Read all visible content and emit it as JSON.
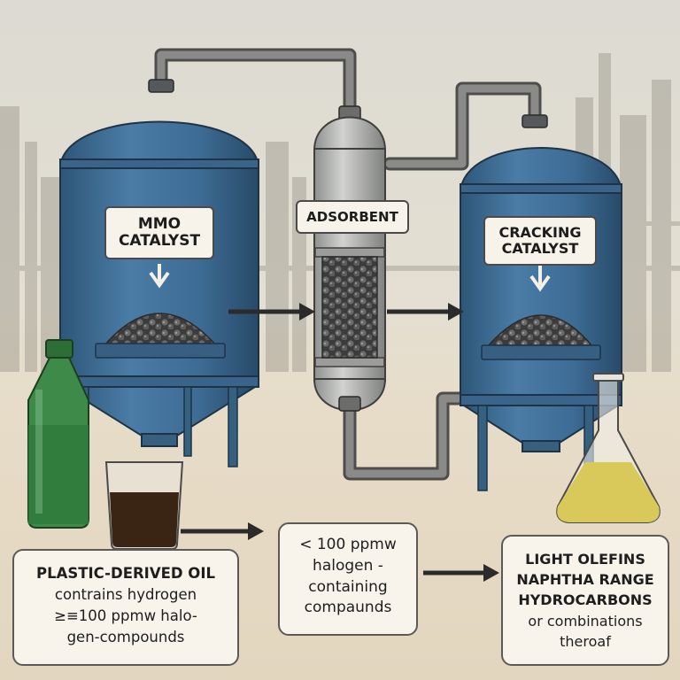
{
  "reactor_1": {
    "label_line1": "MMO",
    "label_line2": "CATALYST"
  },
  "adsorbent_column": {
    "label": "ADSORBENT"
  },
  "reactor_2": {
    "label_line1": "CRACKING",
    "label_line2": "CATALYST"
  },
  "feed_box": {
    "title": "PLASTIC-DERIVED OIL",
    "lines": [
      "contrains hydrogen",
      "≥≡100 ppmw halo-",
      "gen-compounds"
    ]
  },
  "intermediate_box": {
    "lines": [
      "< 100 ppmw",
      "halogen -",
      "containing",
      "compaunds"
    ]
  },
  "product_box": {
    "lines": [
      "LIGHT OLEFINS",
      "NAPHTHA RANGE",
      "HYDROCARBONS",
      "or combinations",
      "theroaf"
    ]
  },
  "colors": {
    "vessel_blue": "#3f6f9a",
    "adsorbent_gray": "#b7b8b6",
    "bottle_green": "#2f7a3c",
    "dark_oil": "#3a2414",
    "product_liquid": "#d9c85a"
  }
}
